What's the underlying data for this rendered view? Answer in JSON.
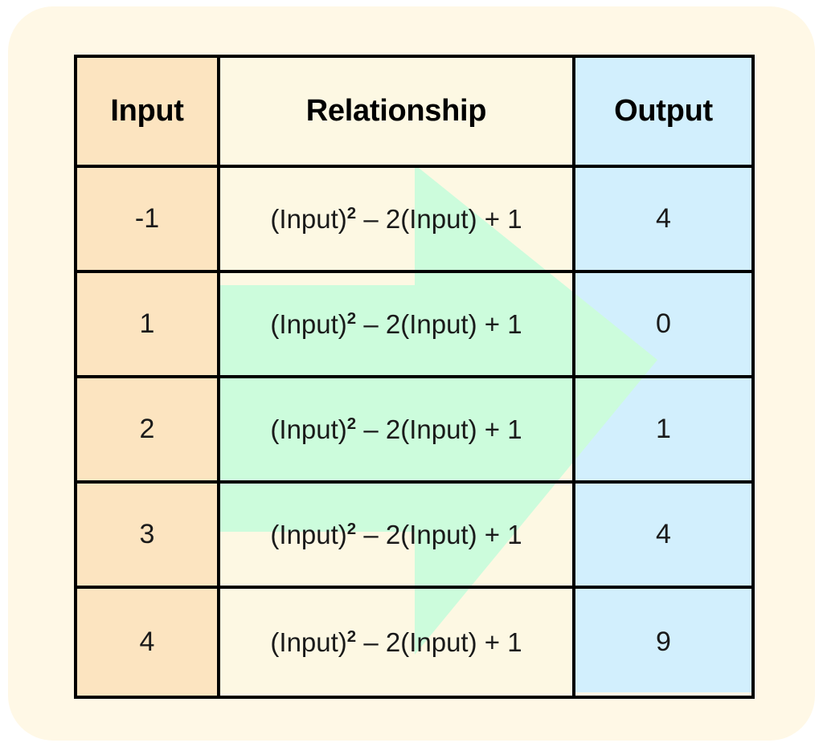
{
  "background": {
    "page_color": "#FFF8E6",
    "input_cell_color": "#FCE4C0",
    "relationship_cell_color": "#FDF8E3",
    "output_cell_color": "#D2EFFD",
    "arrow_color": "#CCFCDC",
    "border_color": "#000000"
  },
  "table": {
    "headers": {
      "input": "Input",
      "relationship": "Relationship",
      "output": "Output"
    },
    "formula": {
      "base": "(Input)",
      "exponent": "2",
      "rest": " – 2(Input) + 1",
      "full": "(Input)² – 2(Input) + 1"
    },
    "rows": [
      {
        "input": "-1",
        "relationship": "(Input)² – 2(Input) + 1",
        "output": "4"
      },
      {
        "input": "1",
        "relationship": "(Input)² – 2(Input) + 1",
        "output": "0"
      },
      {
        "input": "2",
        "relationship": "(Input)² – 2(Input) + 1",
        "output": "1"
      },
      {
        "input": "3",
        "relationship": "(Input)² – 2(Input) + 1",
        "output": "4"
      },
      {
        "input": "4",
        "relationship": "(Input)² – 2(Input) + 1",
        "output": "9"
      }
    ]
  },
  "annotation": {
    "arrow_name": "green-right-arrow-highlight",
    "points_from": "Input 1-3 rows",
    "points_to": "Output column"
  }
}
